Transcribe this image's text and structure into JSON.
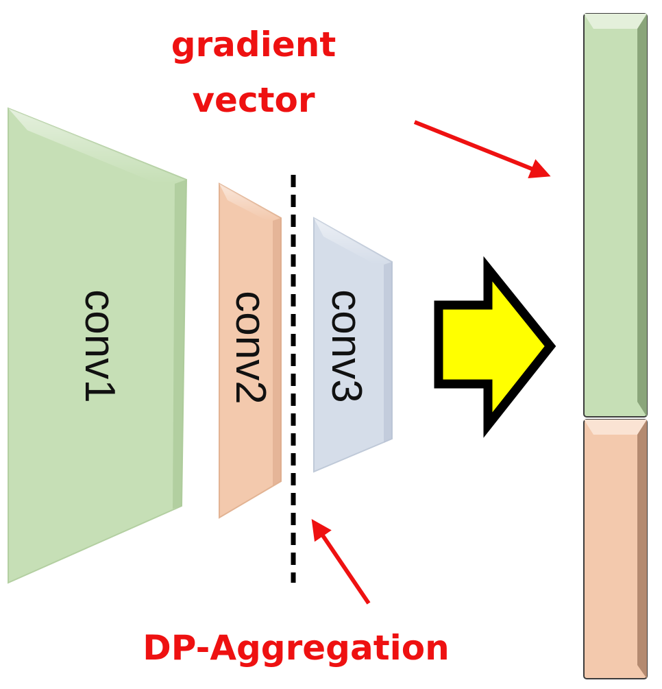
{
  "labels": {
    "gradient_line1": "gradient",
    "gradient_line2": "vector",
    "aggregation": "DP-Aggregation"
  },
  "layers": [
    {
      "name": "conv1",
      "color": "#c6dfb6"
    },
    {
      "name": "conv2",
      "color": "#f3c9ad"
    },
    {
      "name": "conv3",
      "color": "#d5dde9"
    }
  ],
  "colors": {
    "annotation_red": "#ee1111",
    "arrow_fill": "#ffff00",
    "arrow_outline": "#000000",
    "divider": "#000000",
    "vector_segment_top": "#c6dfb6",
    "vector_segment_bottom": "#f3c9ad"
  },
  "icons": {
    "transform_arrow": "block-arrow-right-icon",
    "pointer_arrows": "arrow-pointer-icon"
  }
}
